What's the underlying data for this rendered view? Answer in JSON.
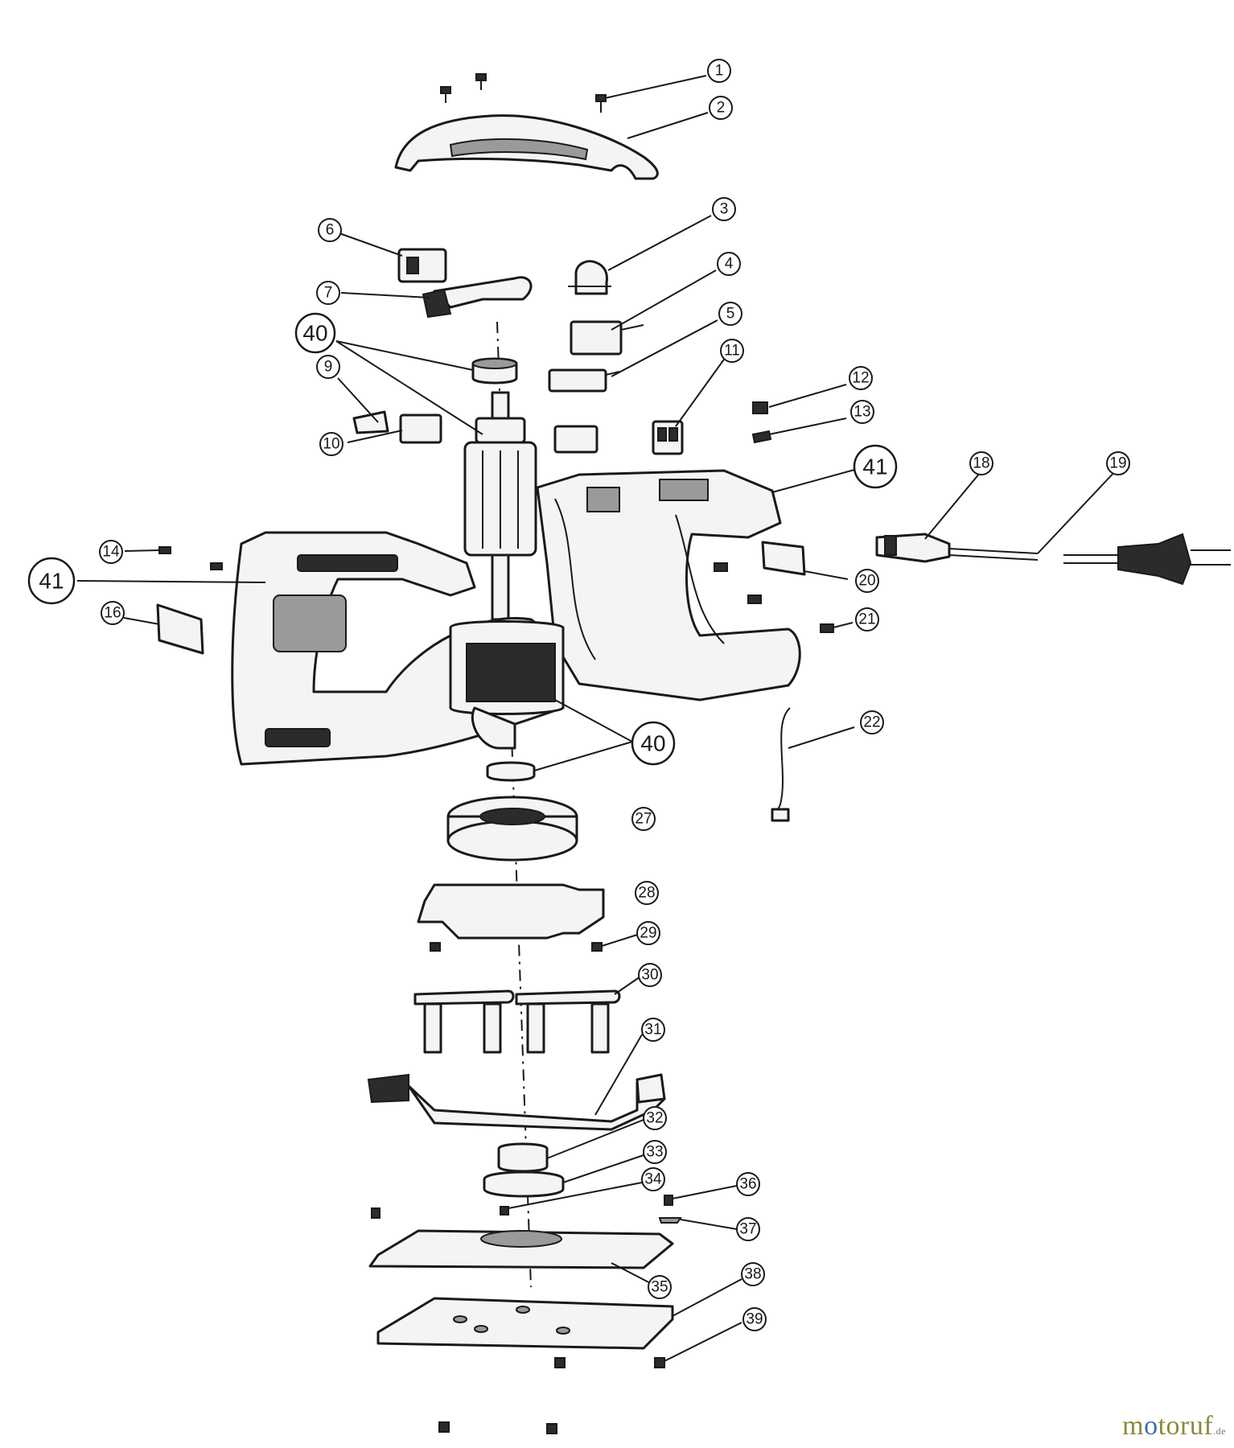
{
  "diagram": {
    "callouts": [
      {
        "label": "1"
      },
      {
        "label": "2"
      },
      {
        "label": "3"
      },
      {
        "label": "4"
      },
      {
        "label": "5"
      },
      {
        "label": "6"
      },
      {
        "label": "7"
      },
      {
        "label": "40"
      },
      {
        "label": "9"
      },
      {
        "label": "10"
      },
      {
        "label": "11"
      },
      {
        "label": "12"
      },
      {
        "label": "13"
      },
      {
        "label": "41"
      },
      {
        "label": "18"
      },
      {
        "label": "19"
      },
      {
        "label": "14"
      },
      {
        "label": "41"
      },
      {
        "label": "16"
      },
      {
        "label": "20"
      },
      {
        "label": "21"
      },
      {
        "label": "40"
      },
      {
        "label": "22"
      },
      {
        "label": "27"
      },
      {
        "label": "28"
      },
      {
        "label": "29"
      },
      {
        "label": "30"
      },
      {
        "label": "31"
      },
      {
        "label": "32"
      },
      {
        "label": "33"
      },
      {
        "label": "34"
      },
      {
        "label": "36"
      },
      {
        "label": "37"
      },
      {
        "label": "35"
      },
      {
        "label": "38"
      },
      {
        "label": "39"
      }
    ]
  },
  "watermark": {
    "brand_first": "m",
    "brand_o": "o",
    "brand_rest": "toruf",
    "brand_suffix": ".de"
  }
}
